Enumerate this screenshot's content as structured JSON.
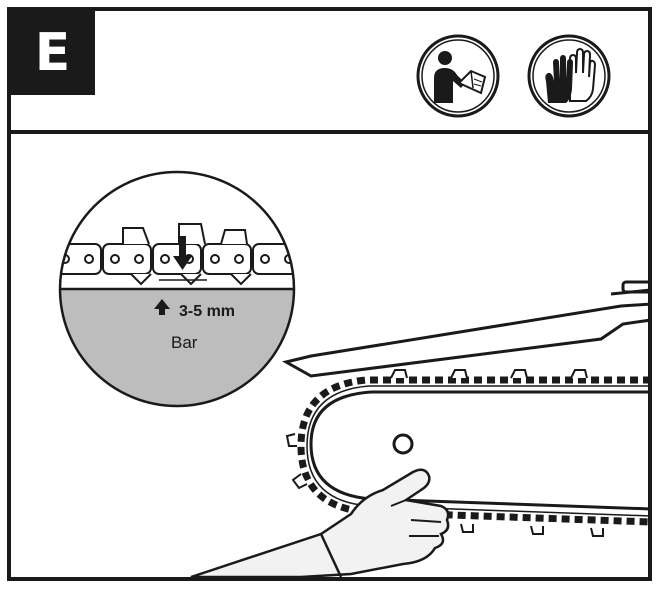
{
  "step": {
    "letter": "E"
  },
  "icons": [
    {
      "name": "read-manual-icon"
    },
    {
      "name": "gloves-icon"
    }
  ],
  "detail": {
    "gap_label": "3-5 mm",
    "bar_label": "Bar"
  },
  "colors": {
    "ink": "#1a1a1a",
    "bar_fill": "#bdbdbd",
    "glove_fill": "#f2f2f2"
  }
}
